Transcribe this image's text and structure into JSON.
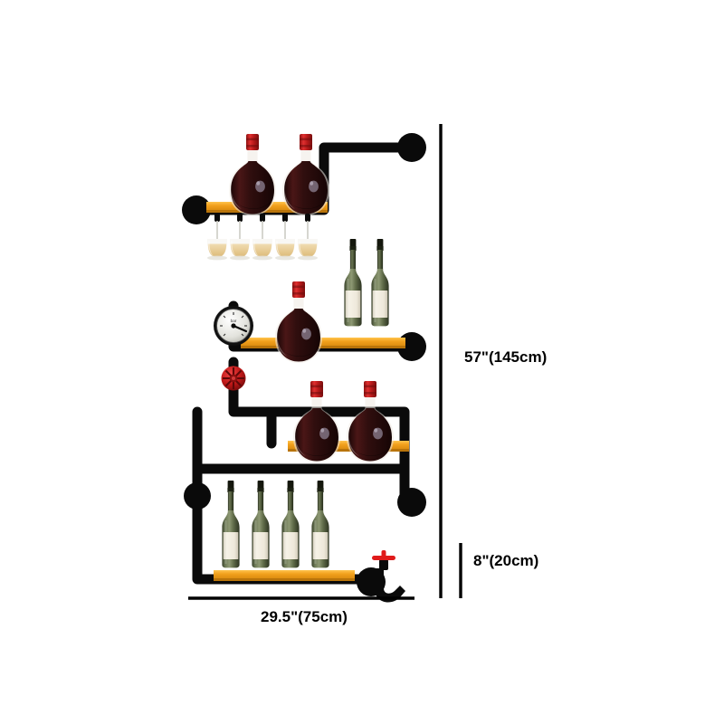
{
  "product": {
    "name": "Industrial Pipe Wall-Mounted Wine Rack",
    "style": "industrial-pipe-shelf",
    "frame_color": "#0a0a0a",
    "shelf_color": "#f2a01c",
    "shelf_edge_color": "#c97d0a",
    "accent_color": "#cc1f1f",
    "background_color": "#ffffff"
  },
  "dimensions": {
    "height": {
      "label": "57\"(145cm)",
      "inches": 57,
      "cm": 145
    },
    "depth": {
      "label": "8\"(20cm)",
      "inches": 8,
      "cm": 20
    },
    "width": {
      "label": "29.5\"(75cm)",
      "inches": 29.5,
      "cm": 75
    }
  },
  "shelves": [
    {
      "id": "shelf-top",
      "index": 1,
      "decanters": 2,
      "stemware_glasses": 5,
      "bottles": 0,
      "has_glass_rail": true
    },
    {
      "id": "shelf-second",
      "index": 2,
      "decanters": 1,
      "stemware_glasses": 0,
      "bottles": 2,
      "has_glass_rail": false
    },
    {
      "id": "shelf-third",
      "index": 3,
      "decanters": 2,
      "stemware_glasses": 0,
      "bottles": 0,
      "has_glass_rail": false
    },
    {
      "id": "shelf-bottom",
      "index": 4,
      "decanters": 0,
      "stemware_glasses": 0,
      "bottles": 4,
      "has_glass_rail": false
    }
  ],
  "hardware": {
    "pressure_gauge": {
      "name": "pressure-gauge",
      "dial_color": "#e8e8e4",
      "bezel_color": "#1a1a1a"
    },
    "valve_wheel": {
      "name": "valve-handwheel",
      "color": "#cc1f1f"
    },
    "faucet": {
      "name": "faucet-tap",
      "handle_color": "#e01b1b",
      "body_color": "#0a0a0a"
    },
    "flange_count": 6
  },
  "colors": {
    "decanter_wine": "#2a0d0d",
    "decanter_cap": "#c41f1f",
    "bottle_glass": "#4e5a3c",
    "bottle_label": "#efeade",
    "glass_liquid": "#e8cb93"
  }
}
